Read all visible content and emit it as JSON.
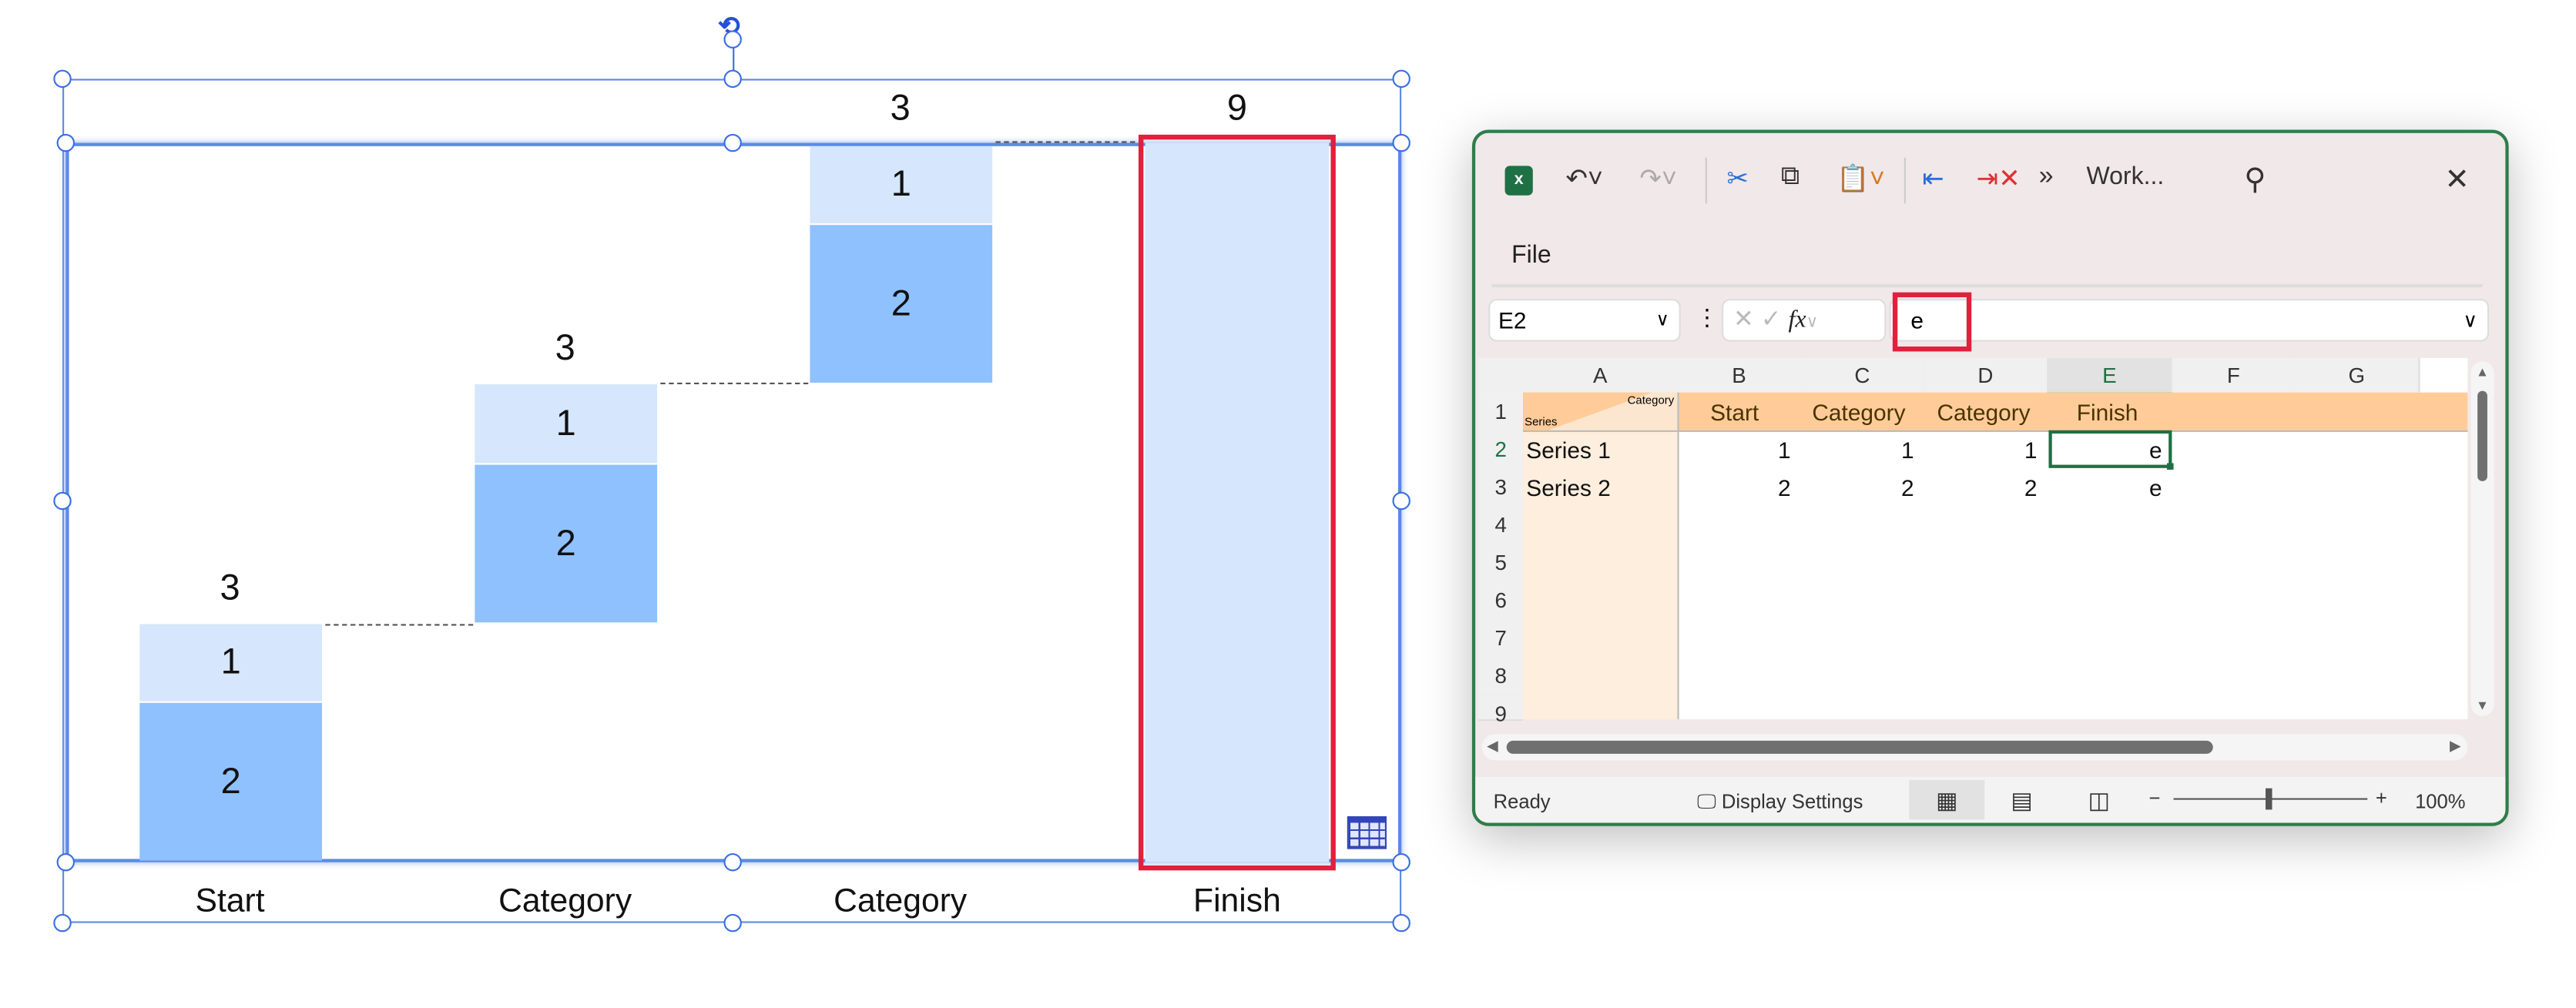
{
  "chart_data": {
    "type": "bar",
    "subtype": "stacked-waterfall",
    "categories": [
      "Start",
      "Category",
      "Category",
      "Finish"
    ],
    "series": [
      {
        "name": "Series 1",
        "values": [
          1,
          1,
          1,
          null
        ],
        "color": "#d6e6fc"
      },
      {
        "name": "Series 2",
        "values": [
          2,
          2,
          2,
          null
        ],
        "color": "#8fc1ff"
      }
    ],
    "totals": [
      "3",
      "3",
      "3",
      "9"
    ],
    "finish_value": 9,
    "ylim": [
      0,
      9
    ],
    "highlight_color": "#e0203c"
  },
  "excel": {
    "title": "Work...",
    "menu_file": "File",
    "name_box": "E2",
    "formula_value": "e",
    "fx_label": "fx",
    "columns": [
      "A",
      "B",
      "C",
      "D",
      "E",
      "F",
      "G"
    ],
    "rows": [
      "1",
      "2",
      "3",
      "4",
      "5",
      "6",
      "7",
      "8",
      "9"
    ],
    "corner_top": "Category",
    "corner_bottom": "Series",
    "header_row": [
      "Start",
      "Category",
      "Category",
      "Finish"
    ],
    "data_rows": [
      {
        "label": "Series 1",
        "values": [
          "1",
          "1",
          "1",
          "e"
        ]
      },
      {
        "label": "Series 2",
        "values": [
          "2",
          "2",
          "2",
          "e"
        ]
      }
    ],
    "status": "Ready",
    "display_settings": "Display Settings",
    "zoom": "100%",
    "more": "»",
    "header_color": "#ffcc99",
    "accent": "#1e7145"
  }
}
